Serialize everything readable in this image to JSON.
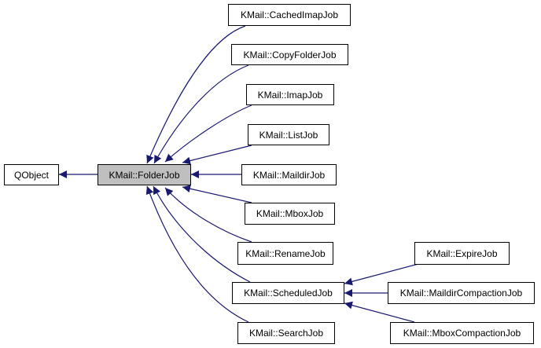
{
  "diagram": {
    "edge_color": "#191970",
    "current_fill": "#bfbfbf",
    "nodes": {
      "qobject": "QObject",
      "folderjob": "KMail::FolderJob",
      "cachedimapjob": "KMail::CachedImapJob",
      "copyfolderjob": "KMail::CopyFolderJob",
      "imapjob": "KMail::ImapJob",
      "listjob": "KMail::ListJob",
      "maildirjob": "KMail::MaildirJob",
      "mboxjob": "KMail::MboxJob",
      "renamejob": "KMail::RenameJob",
      "scheduledjob": "KMail::ScheduledJob",
      "searchjob": "KMail::SearchJob",
      "expirejob": "KMail::ExpireJob",
      "maildircompactionjob": "KMail::MaildirCompactionJob",
      "mboxcompactionjob": "KMail::MboxCompactionJob"
    },
    "edges": [
      {
        "from": "folderjob",
        "to": "qobject"
      },
      {
        "from": "cachedimapjob",
        "to": "folderjob"
      },
      {
        "from": "copyfolderjob",
        "to": "folderjob"
      },
      {
        "from": "imapjob",
        "to": "folderjob"
      },
      {
        "from": "listjob",
        "to": "folderjob"
      },
      {
        "from": "maildirjob",
        "to": "folderjob"
      },
      {
        "from": "mboxjob",
        "to": "folderjob"
      },
      {
        "from": "renamejob",
        "to": "folderjob"
      },
      {
        "from": "scheduledjob",
        "to": "folderjob"
      },
      {
        "from": "searchjob",
        "to": "folderjob"
      },
      {
        "from": "expirejob",
        "to": "scheduledjob"
      },
      {
        "from": "maildircompactionjob",
        "to": "scheduledjob"
      },
      {
        "from": "mboxcompactionjob",
        "to": "scheduledjob"
      }
    ]
  }
}
